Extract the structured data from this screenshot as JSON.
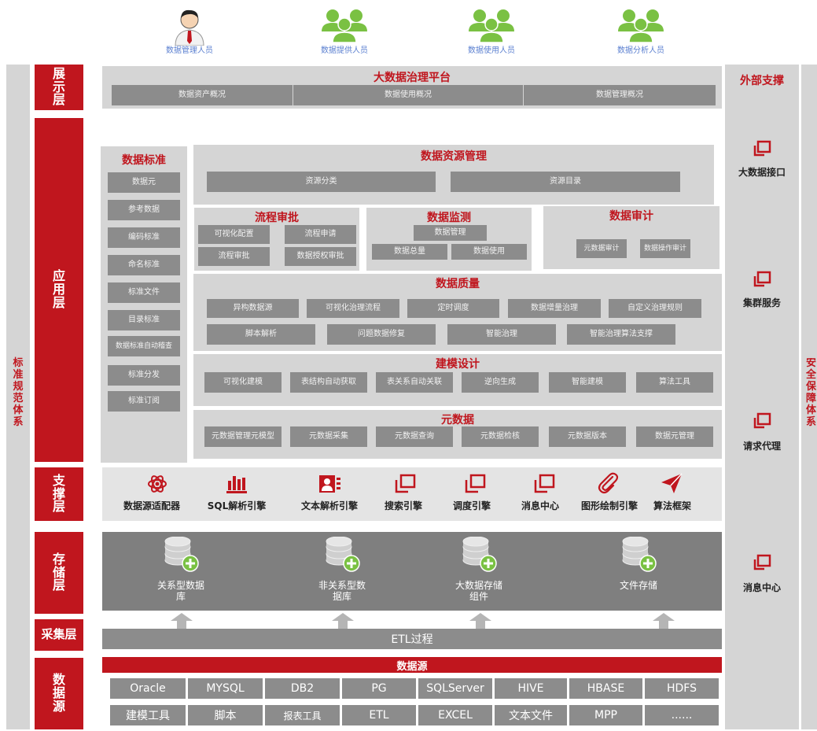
{
  "users": [
    "数据管理人员",
    "数据提供人员",
    "数据使用人员",
    "数据分析人员"
  ],
  "left_label": "标准规范体系",
  "right_label": "安全保障体系",
  "layers": {
    "display": "展示层",
    "app": "应用层",
    "support": "支撑层",
    "storage": "存储层",
    "collect": "采集层",
    "source": "数据源"
  },
  "platform": {
    "title": "大数据治理平台",
    "items": [
      "数据资产概况",
      "数据使用概况",
      "数据管理概况"
    ]
  },
  "external": {
    "title": "外部支撑",
    "items": [
      "大数据接口",
      "集群服务",
      "请求代理",
      "消息中心"
    ]
  },
  "standards": {
    "title": "数据标准",
    "items": [
      "数据元",
      "参考数据",
      "编码标准",
      "命名标准",
      "标准文件",
      "目录标准",
      "数据标准自动稽查",
      "标准分发",
      "标准订阅"
    ]
  },
  "resource": {
    "title": "数据资源管理",
    "items": [
      "资源分类",
      "资源目录"
    ]
  },
  "process": {
    "title": "流程审批",
    "items": [
      "可视化配置",
      "流程申请",
      "流程审批",
      "数据授权审批"
    ]
  },
  "monitor": {
    "title": "数据监测",
    "items": [
      "数据管理",
      "数据总量",
      "数据使用"
    ]
  },
  "audit": {
    "title": "数据审计",
    "items": [
      "元数据审计",
      "数据操作审计"
    ]
  },
  "quality": {
    "title": "数据质量",
    "row1": [
      "异构数据源",
      "可视化治理流程",
      "定时调度",
      "数据增量治理",
      "自定义治理规则"
    ],
    "row2": [
      "脚本解析",
      "问题数据修复",
      "智能治理",
      "智能治理算法支撑"
    ]
  },
  "modeling": {
    "title": "建模设计",
    "items": [
      "可视化建模",
      "表结构自动获取",
      "表关系自动关联",
      "逆向生成",
      "智能建模",
      "算法工具"
    ]
  },
  "metadata": {
    "title": "元数据",
    "items": [
      "元数据管理元模型",
      "元数据采集",
      "元数据查询",
      "元数据检核",
      "元数据版本",
      "数据元管理"
    ]
  },
  "support": {
    "items": [
      "数据源适配器",
      "SQL解析引擎",
      "文本解析引擎",
      "搜索引擎",
      "调度引擎",
      "消息中心",
      "图形绘制引擎",
      "算法框架"
    ],
    "icons": [
      "atom-icon",
      "bar-chart-icon",
      "id-card-icon",
      "window-icon",
      "window-icon",
      "window-icon",
      "paperclip-icon",
      "paper-plane-icon"
    ]
  },
  "storage": {
    "items": [
      "关系型数据库",
      "非关系型数据库",
      "大数据存储组件",
      "文件存储"
    ]
  },
  "etl": "ETL过程",
  "sources": {
    "title": "数据源",
    "row1": [
      "Oracle",
      "MYSQL",
      "DB2",
      "PG",
      "SQLServer",
      "HIVE",
      "HBASE",
      "HDFS"
    ],
    "row2": [
      "建模工具",
      "脚本",
      "报表工具",
      "ETL",
      "EXCEL",
      "文本文件",
      "MPP",
      "......"
    ]
  },
  "colors": {
    "brand_red": "#c0161e",
    "box_gray": "#8c8c8c",
    "panel_gray": "#d5d5d5",
    "dark_panel": "#7f7f7f",
    "user_green": "#7ac143"
  }
}
